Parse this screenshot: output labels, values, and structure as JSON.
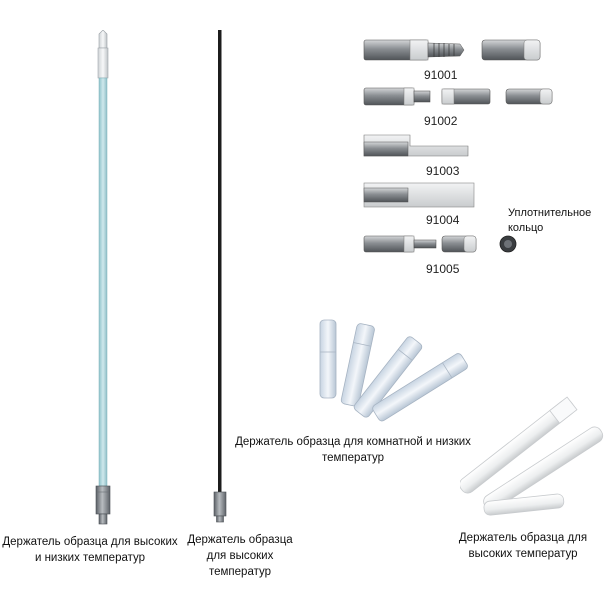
{
  "captions": {
    "rod_high_low": "Держатель образца для высоких и низких температур",
    "rod_high": "Держатель образца для высоких температур",
    "holders_room_low": "Держатель образца для комнатной и низких температур",
    "holders_high": "Держатель образца для высоких температур"
  },
  "part_codes": [
    "91001",
    "91002",
    "91003",
    "91004",
    "91005"
  ],
  "seal_ring_label": "Уплотнительное кольцо",
  "colors": {
    "rod_light": "#a9d2d8",
    "rod_dark": "#1e1e1e",
    "metal": "#8d9196",
    "quartz": "#dfe7f0",
    "ceramic": "#f4f4f4"
  }
}
